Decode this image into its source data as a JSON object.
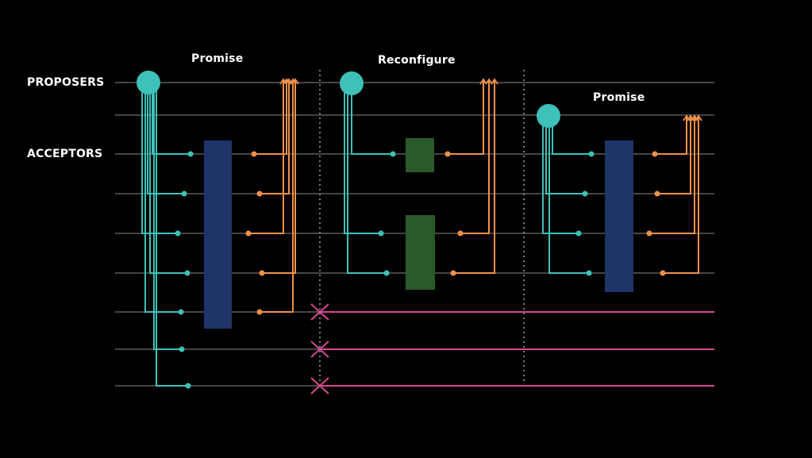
{
  "labels": {
    "proposers": "PROPOSERS",
    "acceptors": "ACCEPTORS"
  },
  "phases": [
    {
      "title": "Promise"
    },
    {
      "title": "Reconfigure"
    },
    {
      "title": "Promise"
    }
  ],
  "colors": {
    "background": "#000000",
    "lane": "#8a8a8a",
    "proposer": "#3ec1b8",
    "request": "#3ec1b8",
    "response": "#f0914a",
    "quorum_box": "#1f3468",
    "reconfig_box": "#2a5a2a",
    "removed": "#d44a8e",
    "separator": "#9a9a9a"
  }
}
